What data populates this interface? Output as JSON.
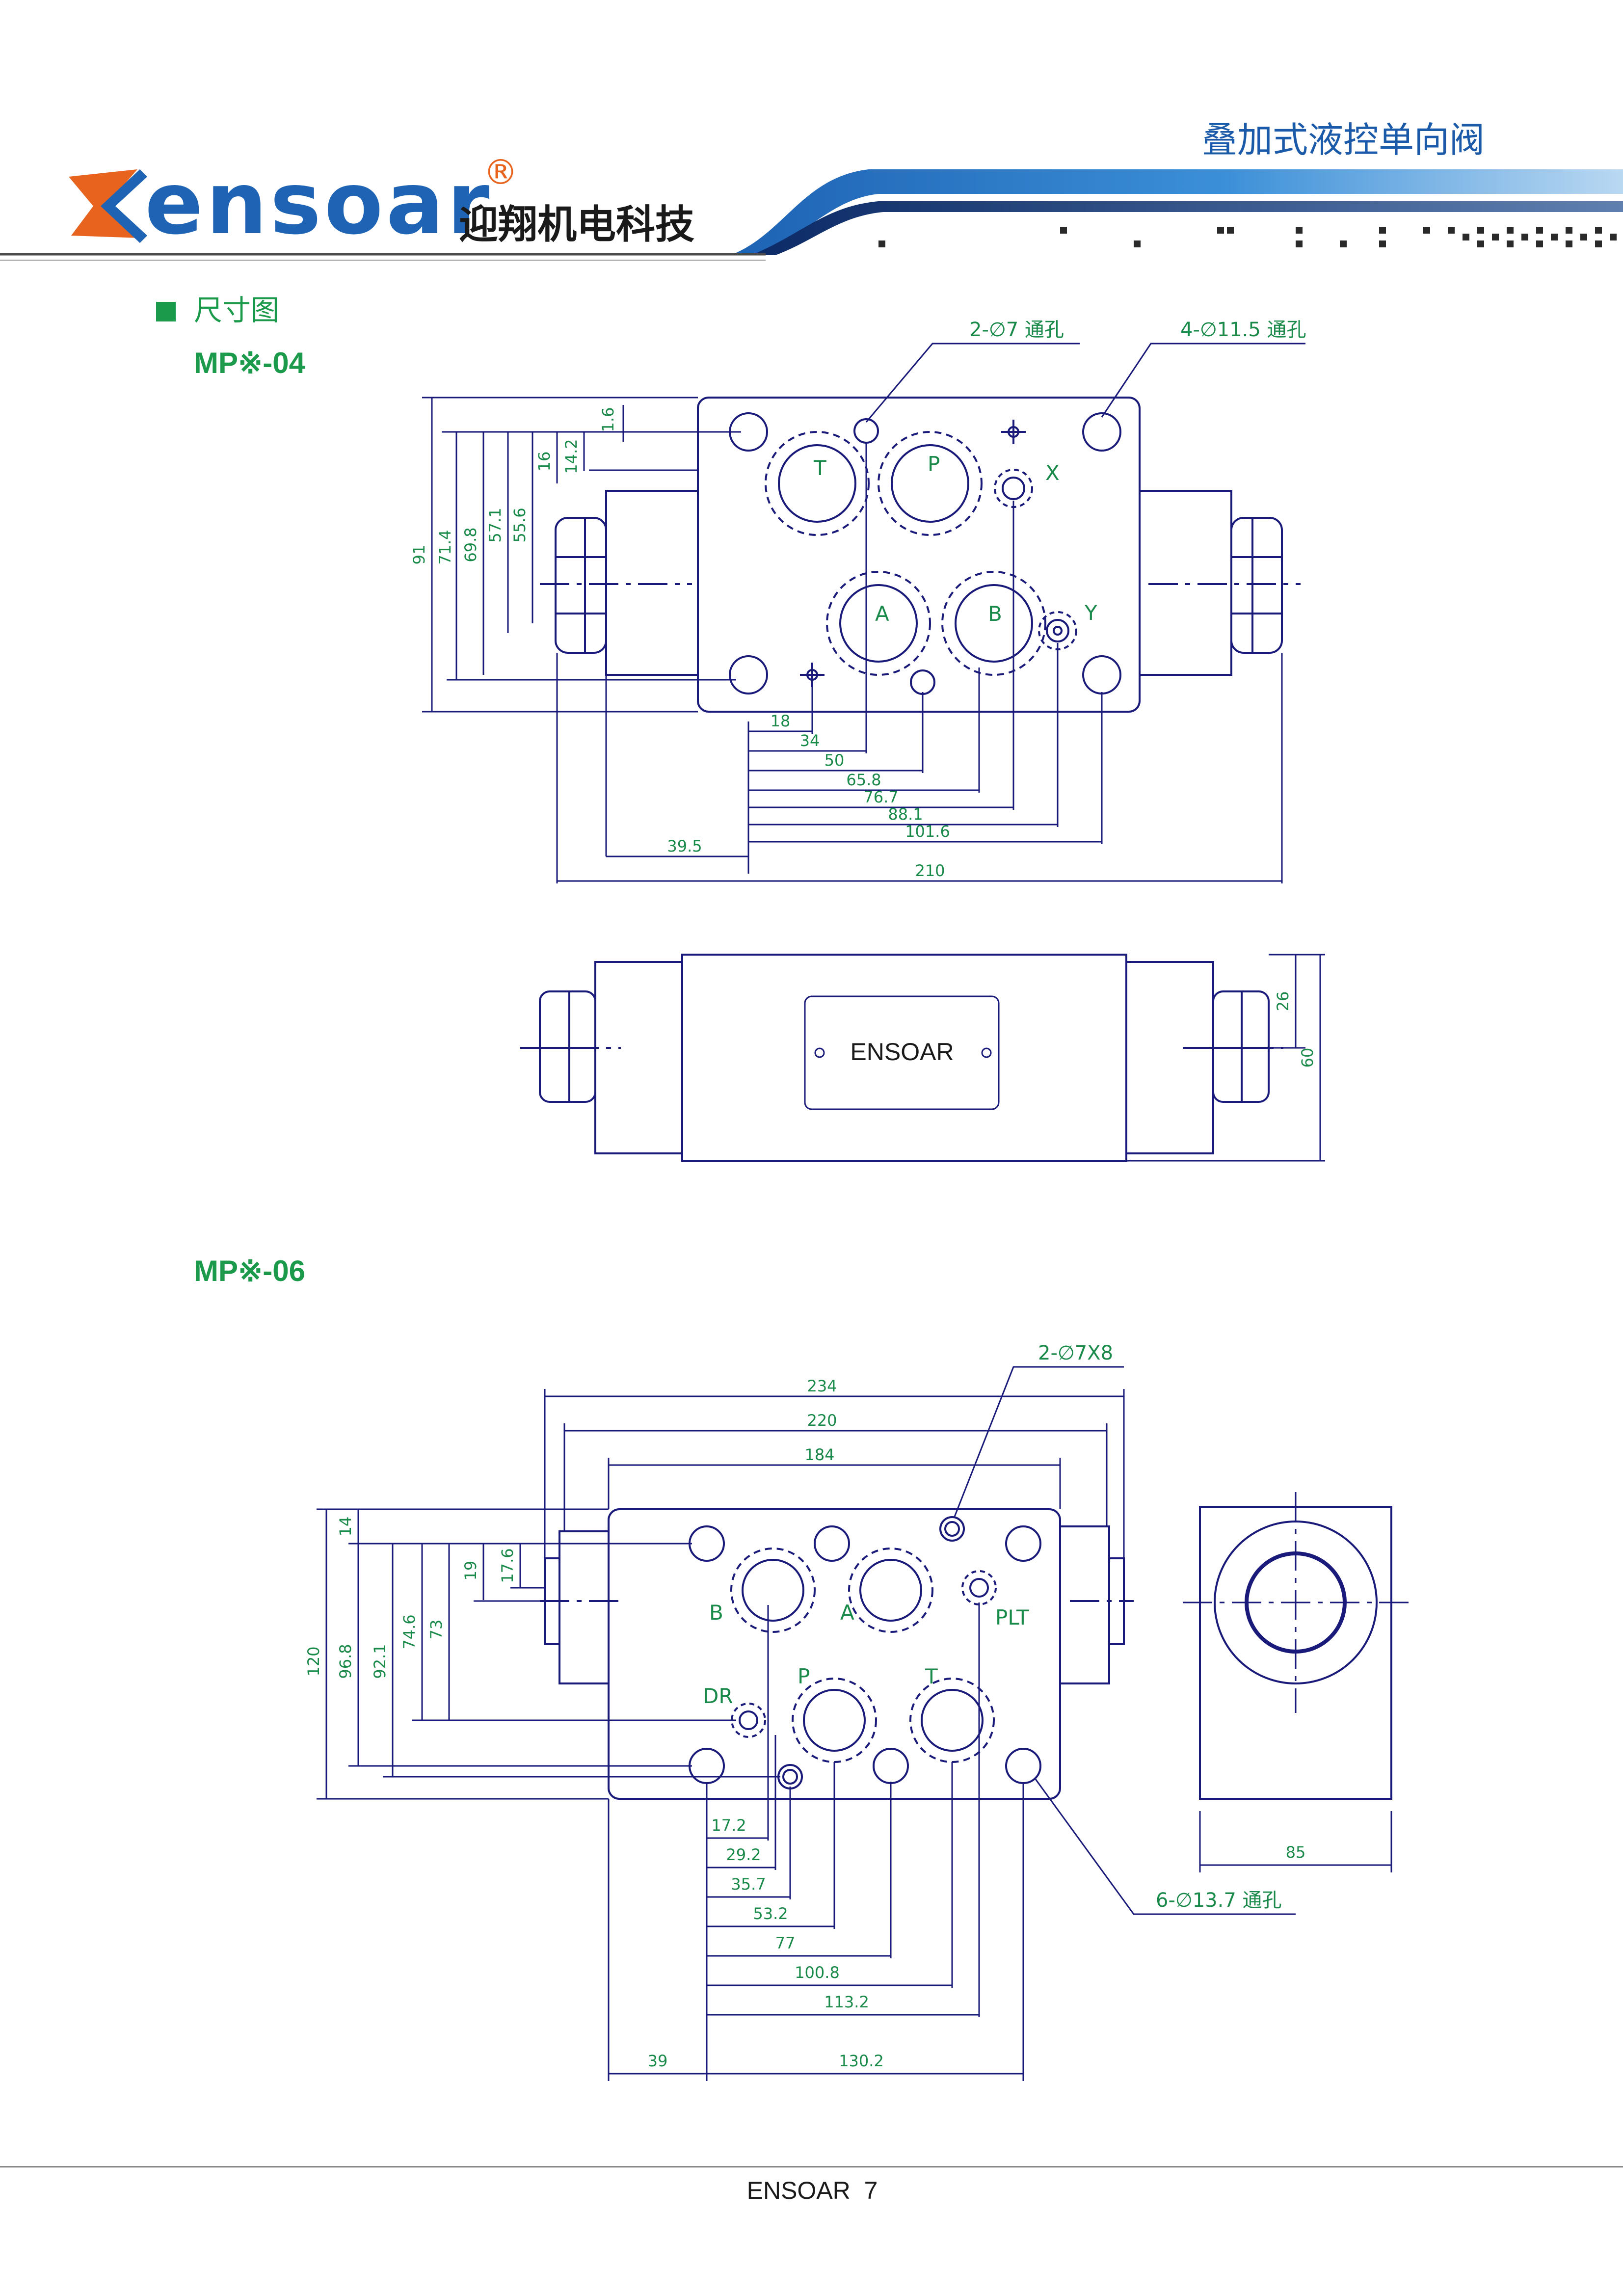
{
  "header": {
    "brand_name": "ensoar",
    "registered_mark": "®",
    "company_cn": "迎翔机电科技",
    "product_title": "叠加式液控单向阀"
  },
  "section": {
    "title": "尺寸图"
  },
  "model_04": {
    "label": "MP※-04",
    "callout_pin_holes": "2-∅7 通孔",
    "callout_mount_holes": "4-∅11.5 通孔",
    "ports": [
      "T",
      "P",
      "X",
      "A",
      "B",
      "Y"
    ],
    "vertical_dims": [
      "1.6",
      "14.2",
      "16",
      "55.6",
      "57.1",
      "69.8",
      "71.4",
      "91"
    ],
    "horizontal_dims": [
      "18",
      "34",
      "50",
      "65.8",
      "76.7",
      "88.1",
      "101.6",
      "39.5",
      "210"
    ],
    "side_view_dims": [
      "26",
      "60"
    ],
    "nameplate": "ENSOAR"
  },
  "model_06": {
    "label": "MP※-06",
    "callout_pin_holes": "2-∅7X8",
    "callout_mount_holes": "6-∅13.7 通孔",
    "ports": [
      "B",
      "A",
      "PLT",
      "DR",
      "P",
      "T"
    ],
    "top_dims": [
      "234",
      "220",
      "184"
    ],
    "vertical_dims": [
      "14",
      "17.6",
      "19",
      "73",
      "74.6",
      "92.1",
      "96.8",
      "120"
    ],
    "horizontal_dims": [
      "17.2",
      "29.2",
      "35.7",
      "53.2",
      "77",
      "100.8",
      "113.2",
      "39",
      "130.2"
    ],
    "side_view_dims": [
      "85"
    ]
  },
  "footer": {
    "page_label": "ENSOAR  7"
  },
  "colors": {
    "drawing_line": "#1a1a7a",
    "dimension_text": "#1a8a4a",
    "title_green": "#1a9a4a",
    "header_blue": "#1a5aa8",
    "logo_orange": "#e8641e"
  }
}
